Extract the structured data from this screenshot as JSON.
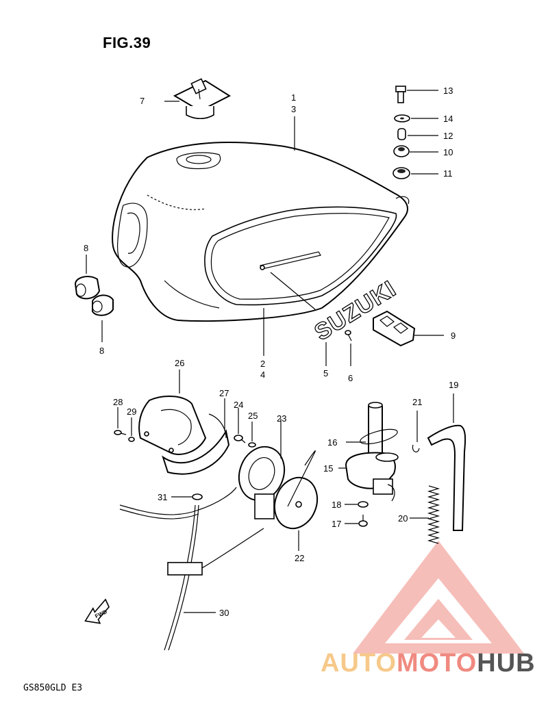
{
  "figure": {
    "title": "FIG.39",
    "model_code": "GS850GLD E3"
  },
  "callouts": {
    "c1": "1",
    "c3": "3",
    "c7": "7",
    "c13": "13",
    "c14": "14",
    "c12": "12",
    "c10": "10",
    "c11": "11",
    "c8a": "8",
    "c8b": "8",
    "c2": "2",
    "c4": "4",
    "c5": "5",
    "c6": "6",
    "c9": "9",
    "c26": "26",
    "c27": "27",
    "c28": "28",
    "c29": "29",
    "c24": "24",
    "c25": "25",
    "c23": "23",
    "c21": "21",
    "c19": "19",
    "c16": "16",
    "c15": "15",
    "c18": "18",
    "c17": "17",
    "c20": "20",
    "c31": "31",
    "c22": "22",
    "c30": "30"
  },
  "emblem_text": "SUZUKI",
  "fwd_marker": "FWD",
  "watermark": {
    "part1": "AUTO",
    "part2": "MOTO",
    "part3": "HUB",
    "colors": {
      "orange": "#f6c98a",
      "red": "#f08a80",
      "grey": "#555555"
    }
  }
}
